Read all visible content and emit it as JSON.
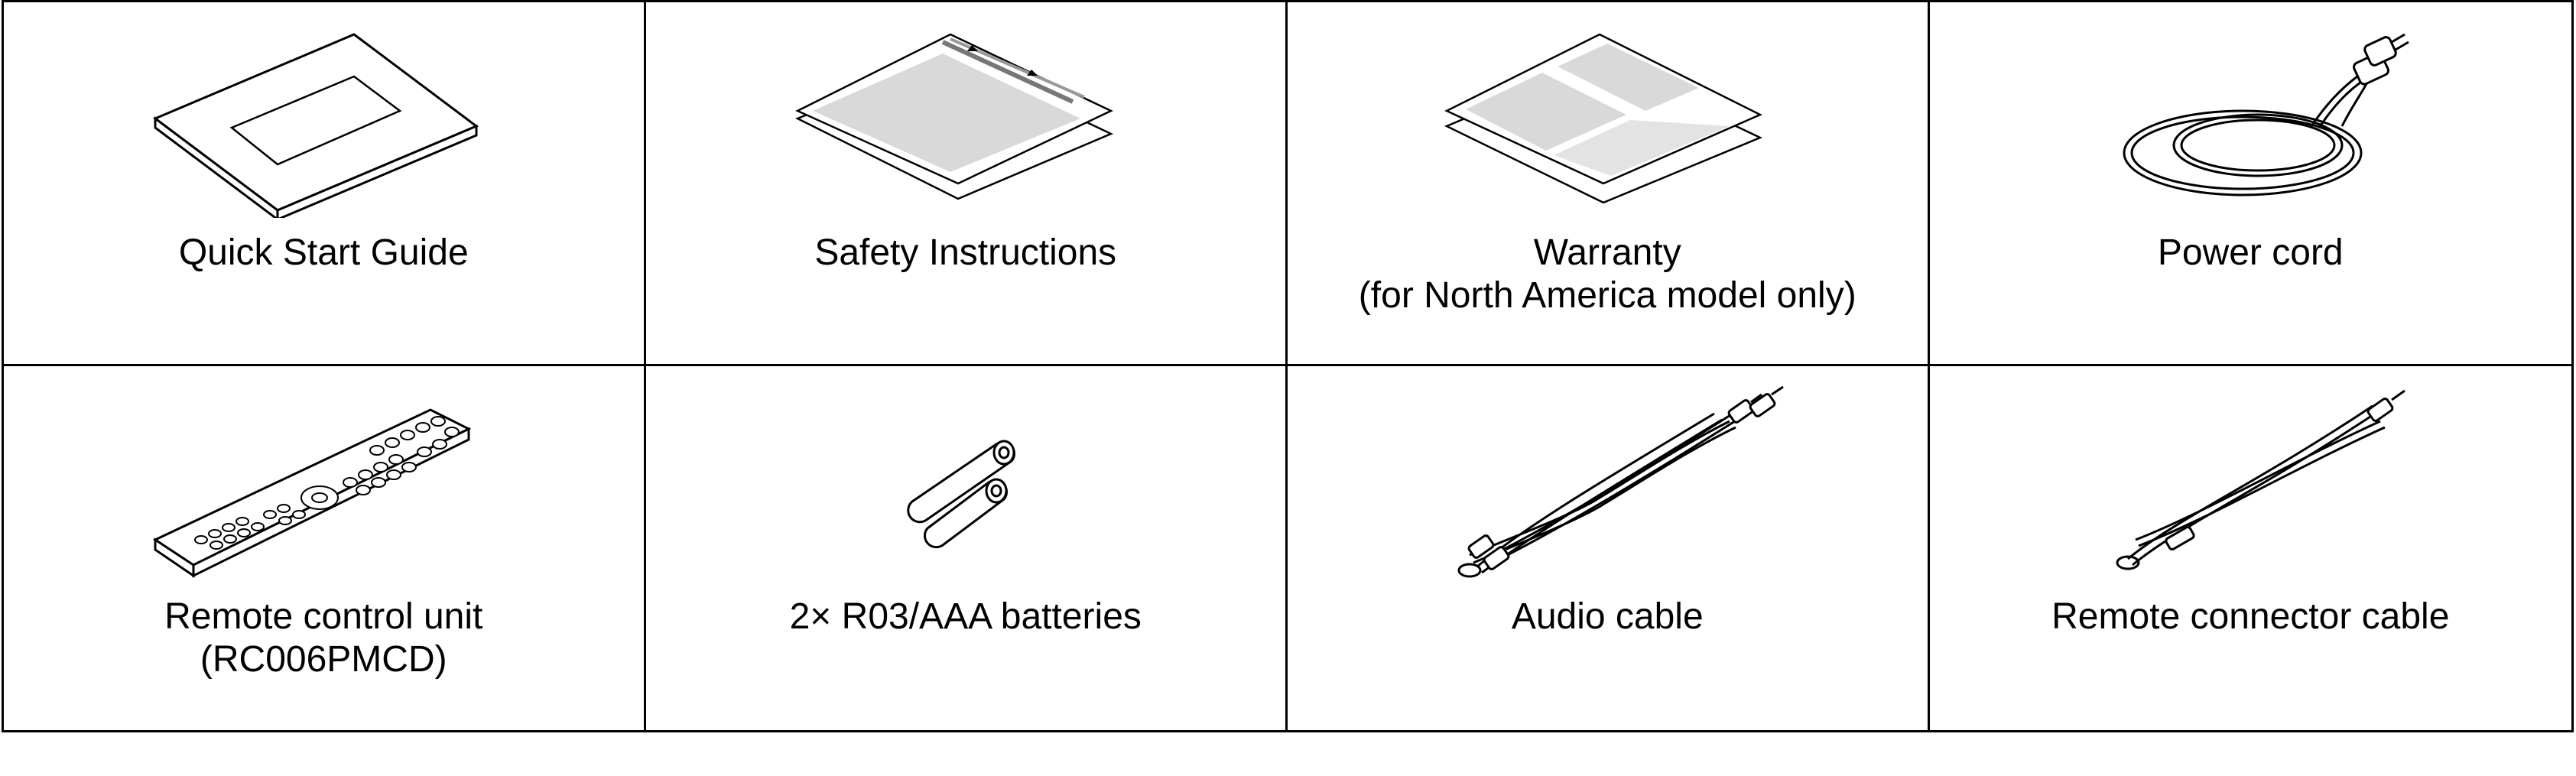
{
  "items": [
    {
      "icon": "quick-start-guide-icon",
      "lines": [
        "Quick Start Guide"
      ]
    },
    {
      "icon": "safety-instructions-icon",
      "lines": [
        "Safety Instructions"
      ]
    },
    {
      "icon": "warranty-icon",
      "lines": [
        "Warranty",
        "(for North America model only)"
      ]
    },
    {
      "icon": "power-cord-icon",
      "lines": [
        "Power cord"
      ]
    },
    {
      "icon": "remote-control-icon",
      "lines": [
        "Remote control unit",
        "(RC006PMCD)"
      ]
    },
    {
      "icon": "batteries-icon",
      "lines": [
        "2× R03/AAA batteries"
      ]
    },
    {
      "icon": "audio-cable-icon",
      "lines": [
        "Audio cable"
      ]
    },
    {
      "icon": "remote-connector-cable-icon",
      "lines": [
        "Remote connector cable"
      ]
    }
  ]
}
